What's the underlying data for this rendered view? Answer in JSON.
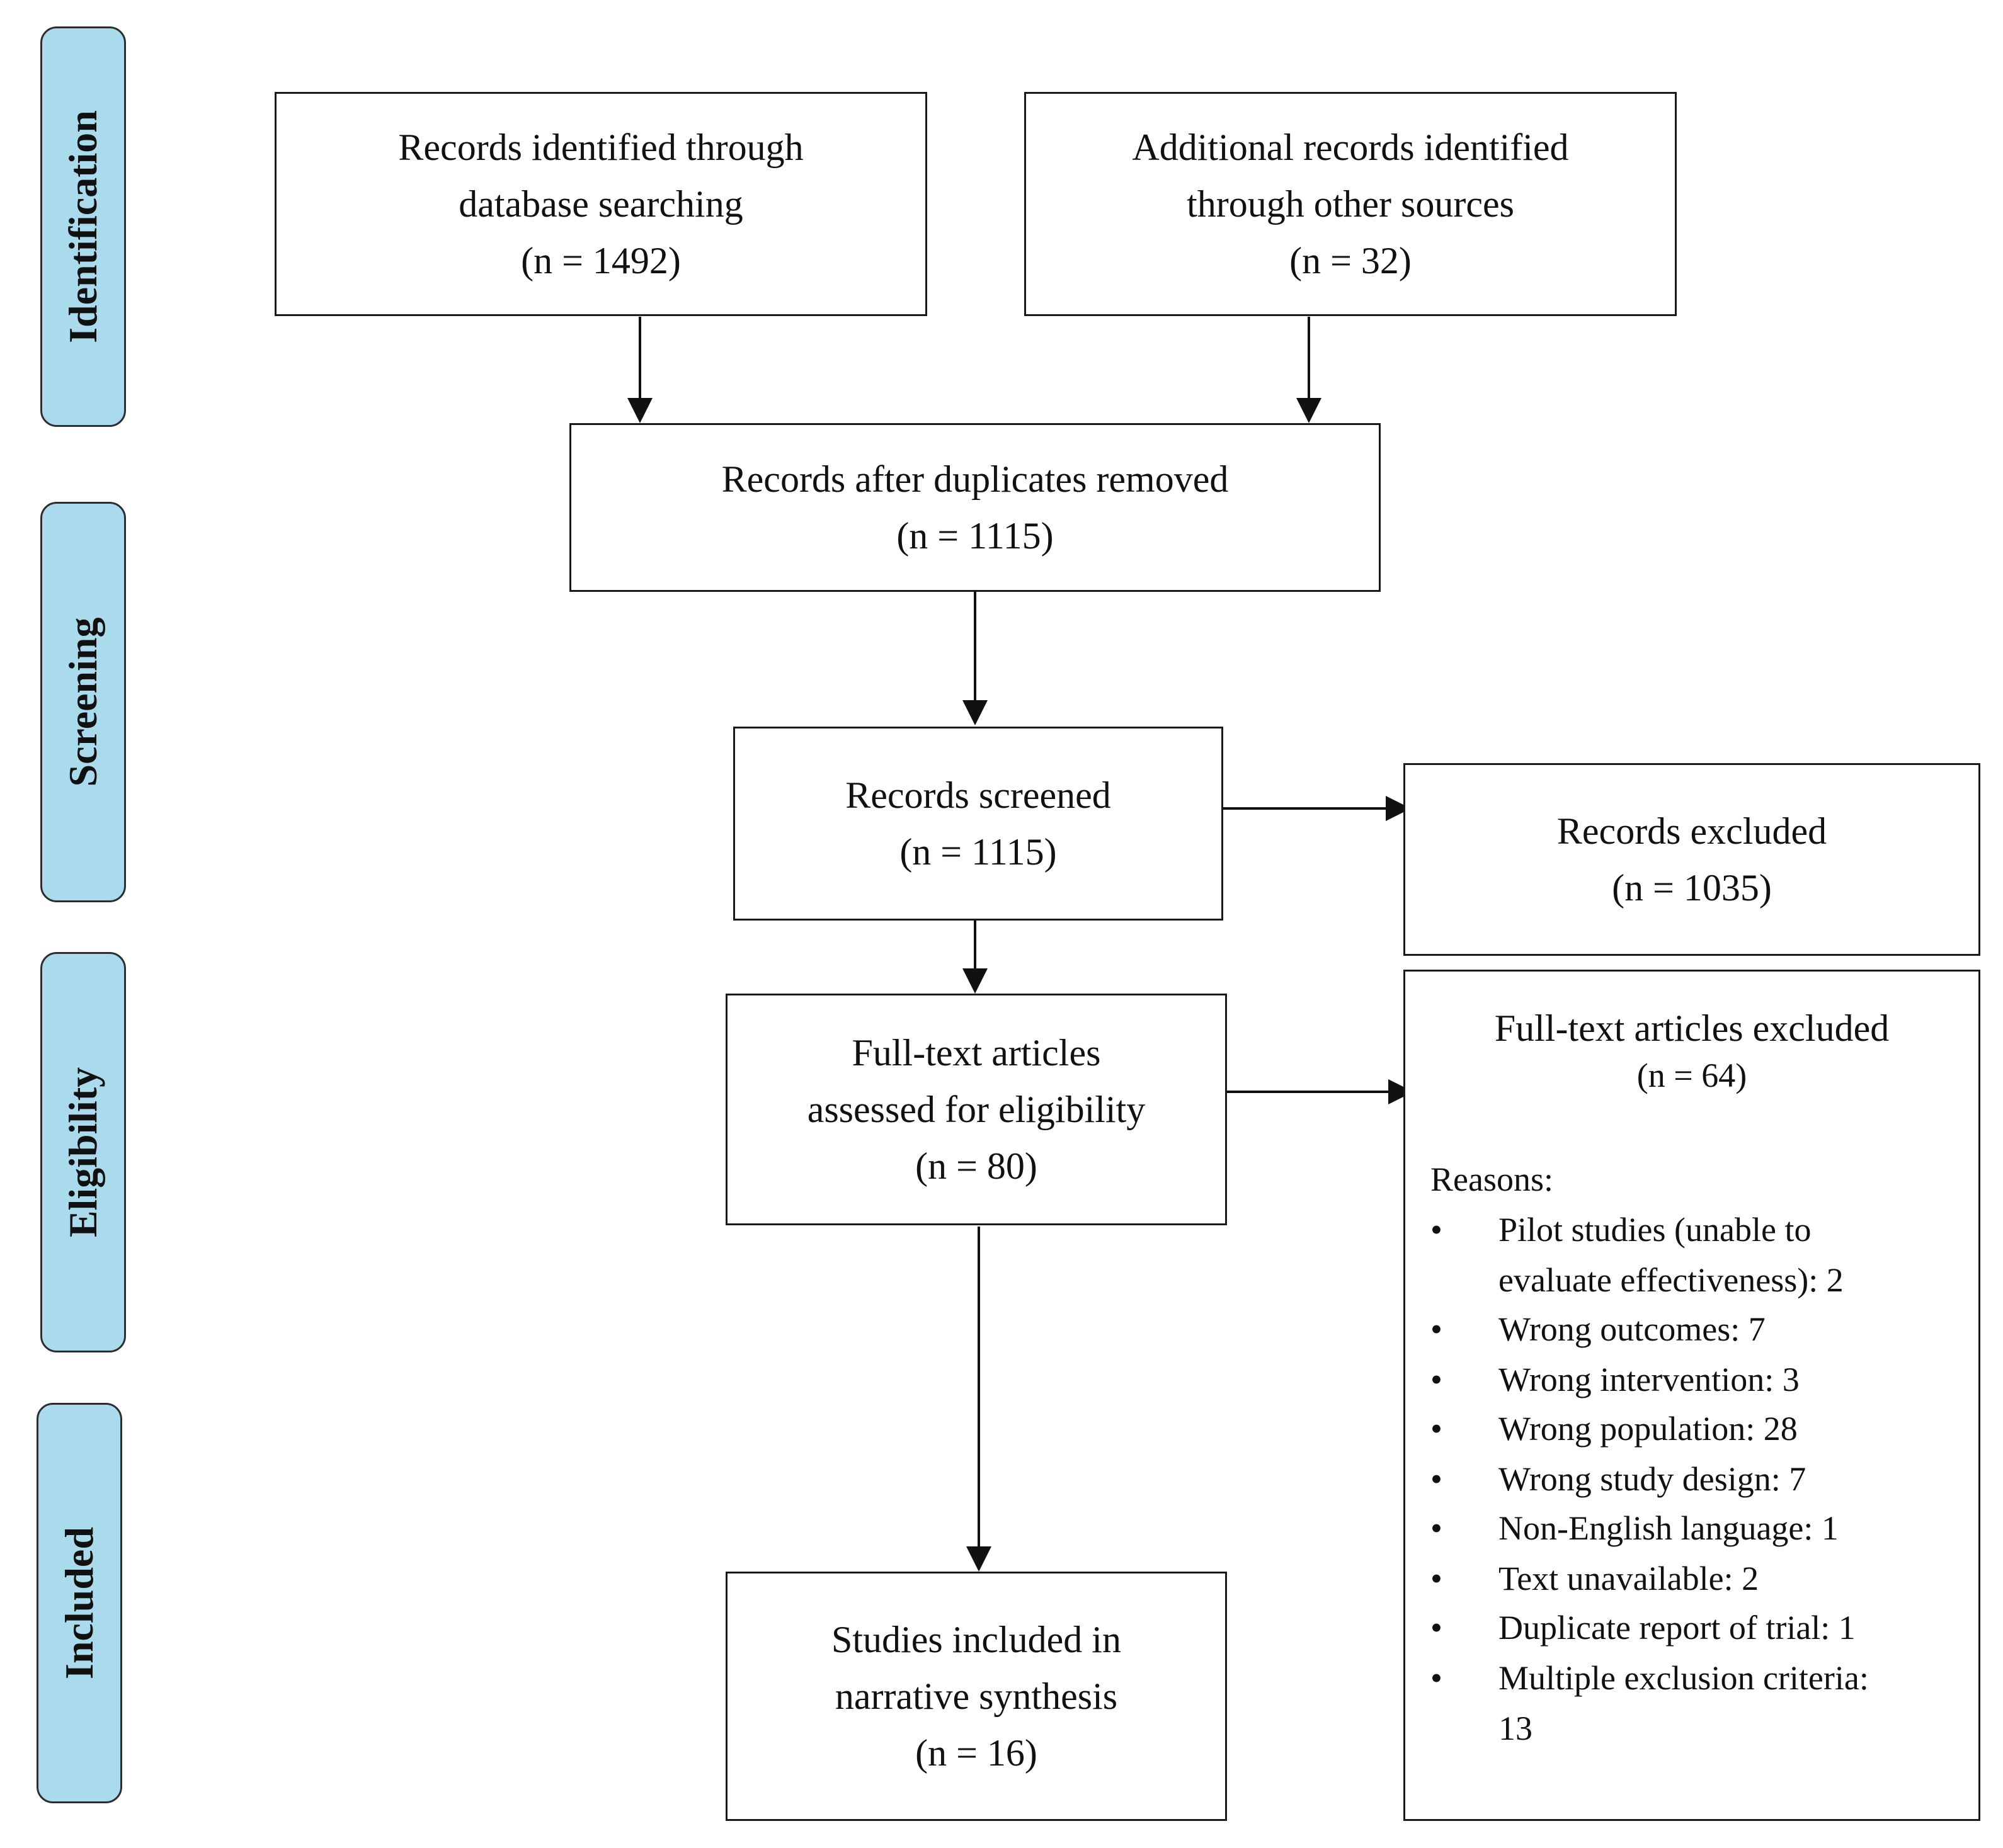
{
  "phases": {
    "identification": "Identification",
    "screening": "Screening",
    "eligibility": "Eligibility",
    "included": "Included"
  },
  "boxes": {
    "database": {
      "line1": "Records identified through",
      "line2": "database searching",
      "count": "(n = 1492)"
    },
    "other_sources": {
      "line1": "Additional records identified",
      "line2": "through other sources",
      "count": "(n = 32)"
    },
    "duplicates_removed": {
      "line1": "Records after duplicates removed",
      "count": "(n = 1115)"
    },
    "screened": {
      "line1": "Records screened",
      "count": "(n = 1115)"
    },
    "records_excluded": {
      "line1": "Records excluded",
      "count": "(n = 1035)"
    },
    "full_text_assessed": {
      "line1": "Full-text articles",
      "line2": "assessed for eligibility",
      "count": "(n = 80)"
    },
    "full_text_excluded": {
      "title": "Full-text articles excluded",
      "count": "(n = 64)",
      "reasons_title": "Reasons:",
      "bullet": "•",
      "reasons": [
        {
          "line1": "Pilot studies (unable to",
          "line2": "evaluate effectiveness): 2"
        },
        {
          "line1": "Wrong outcomes: 7"
        },
        {
          "line1": "Wrong intervention: 3"
        },
        {
          "line1": "Wrong population: 28"
        },
        {
          "line1": "Wrong study design: 7"
        },
        {
          "line1": "Non-English language: 1"
        },
        {
          "line1": "Text unavailable: 2"
        },
        {
          "line1": "Duplicate report of trial: 1"
        },
        {
          "line1": "Multiple exclusion criteria:",
          "line2": "13"
        }
      ]
    },
    "included": {
      "line1": "Studies included in",
      "line2": "narrative synthesis",
      "count": "(n = 16)"
    }
  }
}
